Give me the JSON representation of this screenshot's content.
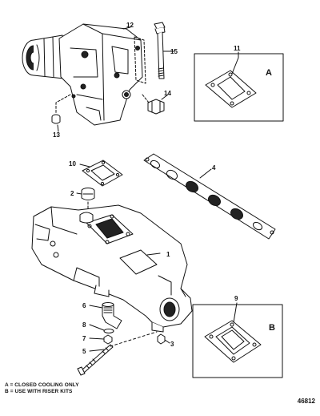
{
  "callouts": [
    "1",
    "2",
    "3",
    "4",
    "5",
    "6",
    "7",
    "8",
    "9",
    "10",
    "11",
    "12",
    "13",
    "14",
    "15"
  ],
  "detail_boxes": {
    "a_label": "A",
    "b_label": "B"
  },
  "legend": {
    "a": "A = CLOSED COOLING ONLY",
    "b": "B = USE WITH RISER KITS"
  },
  "figure_number": "46812"
}
